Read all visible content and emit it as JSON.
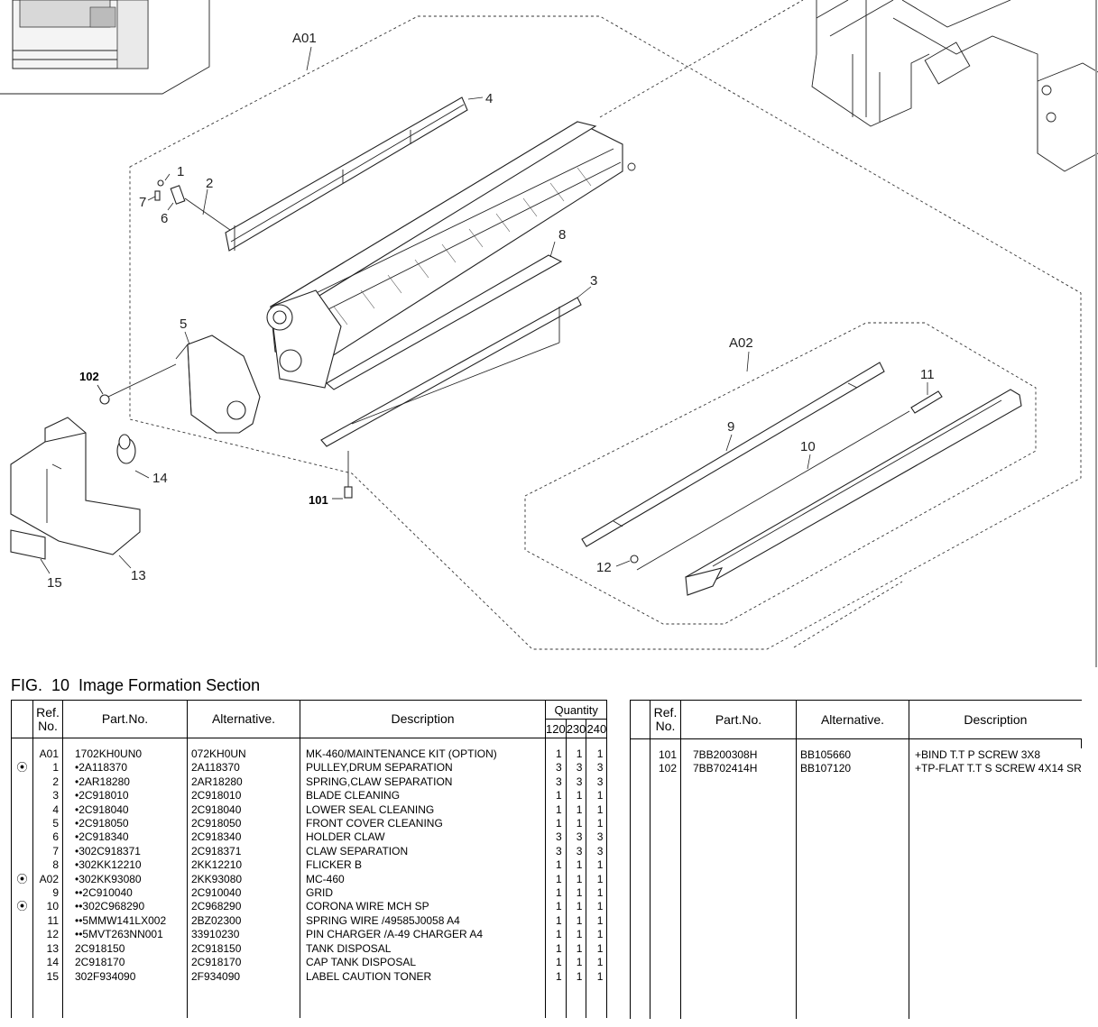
{
  "figure": {
    "label": "FIG.",
    "number": "10",
    "title": "Image Formation Section"
  },
  "diagram": {
    "group_labels": [
      "A01",
      "A02"
    ],
    "callouts": [
      "1",
      "2",
      "3",
      "4",
      "5",
      "6",
      "7",
      "8",
      "9",
      "10",
      "11",
      "12",
      "13",
      "14",
      "15"
    ],
    "bold_callouts": [
      "101",
      "102"
    ]
  },
  "table_headers": {
    "ref_line1": "Ref.",
    "ref_line2": "No.",
    "part_no": "Part.No.",
    "alternative": "Alternative.",
    "description": "Description",
    "quantity": "Quantity",
    "q120": "120",
    "q230": "230",
    "q240": "240"
  },
  "mark_symbol": "⦿",
  "parts_left": [
    {
      "mark": "",
      "ref": "A01",
      "part": "1702KH0UN0",
      "alt": "072KH0UN",
      "desc": "MK-460/MAINTENANCE KIT (OPTION)",
      "q": [
        "1",
        "1",
        "1"
      ]
    },
    {
      "mark": "⦿",
      "ref": "1",
      "part": "•2A118370",
      "alt": "2A118370",
      "desc": "PULLEY,DRUM SEPARATION",
      "q": [
        "3",
        "3",
        "3"
      ]
    },
    {
      "mark": "",
      "ref": "2",
      "part": "•2AR18280",
      "alt": "2AR18280",
      "desc": "SPRING,CLAW SEPARATION",
      "q": [
        "3",
        "3",
        "3"
      ]
    },
    {
      "mark": "",
      "ref": "3",
      "part": "•2C918010",
      "alt": "2C918010",
      "desc": "BLADE CLEANING",
      "q": [
        "1",
        "1",
        "1"
      ]
    },
    {
      "mark": "",
      "ref": "4",
      "part": "•2C918040",
      "alt": "2C918040",
      "desc": "LOWER SEAL CLEANING",
      "q": [
        "1",
        "1",
        "1"
      ]
    },
    {
      "mark": "",
      "ref": "5",
      "part": "•2C918050",
      "alt": "2C918050",
      "desc": "FRONT COVER CLEANING",
      "q": [
        "1",
        "1",
        "1"
      ]
    },
    {
      "mark": "",
      "ref": "6",
      "part": "•2C918340",
      "alt": "2C918340",
      "desc": "HOLDER CLAW",
      "q": [
        "3",
        "3",
        "3"
      ]
    },
    {
      "mark": "",
      "ref": "7",
      "part": "•302C918371",
      "alt": "2C918371",
      "desc": "CLAW SEPARATION",
      "q": [
        "3",
        "3",
        "3"
      ]
    },
    {
      "mark": "",
      "ref": "8",
      "part": "•302KK12210",
      "alt": "2KK12210",
      "desc": "FLICKER B",
      "q": [
        "1",
        "1",
        "1"
      ]
    },
    {
      "mark": "⦿",
      "ref": "A02",
      "part": "•302KK93080",
      "alt": "2KK93080",
      "desc": "MC-460",
      "q": [
        "1",
        "1",
        "1"
      ]
    },
    {
      "mark": "",
      "ref": "9",
      "part": "••2C910040",
      "alt": "2C910040",
      "desc": "GRID",
      "q": [
        "1",
        "1",
        "1"
      ]
    },
    {
      "mark": "⦿",
      "ref": "10",
      "part": "••302C968290",
      "alt": "2C968290",
      "desc": "CORONA WIRE MCH SP",
      "q": [
        "1",
        "1",
        "1"
      ]
    },
    {
      "mark": "",
      "ref": "11",
      "part": "••5MMW141LX002",
      "alt": "2BZ02300",
      "desc": "SPRING WIRE /49585J0058 A4",
      "q": [
        "1",
        "1",
        "1"
      ]
    },
    {
      "mark": "",
      "ref": "12",
      "part": "••5MVT263NN001",
      "alt": "33910230",
      "desc": "PIN CHARGER /A-49 CHARGER A4",
      "q": [
        "1",
        "1",
        "1"
      ]
    },
    {
      "mark": "",
      "ref": "13",
      "part": "2C918150",
      "alt": "2C918150",
      "desc": "TANK DISPOSAL",
      "q": [
        "1",
        "1",
        "1"
      ]
    },
    {
      "mark": "",
      "ref": "14",
      "part": "2C918170",
      "alt": "2C918170",
      "desc": "CAP TANK DISPOSAL",
      "q": [
        "1",
        "1",
        "1"
      ]
    },
    {
      "mark": "",
      "ref": "15",
      "part": "302F934090",
      "alt": "2F934090",
      "desc": "LABEL CAUTION TONER",
      "q": [
        "1",
        "1",
        "1"
      ]
    }
  ],
  "parts_right": [
    {
      "mark": "",
      "ref": "101",
      "part": "7BB200308H",
      "alt": "BB105660",
      "desc": "+BIND T.T P SCREW 3X8"
    },
    {
      "mark": "",
      "ref": "102",
      "part": "7BB702414H",
      "alt": "BB107120",
      "desc": "+TP-FLAT T.T S SCREW 4X14 SR"
    }
  ]
}
